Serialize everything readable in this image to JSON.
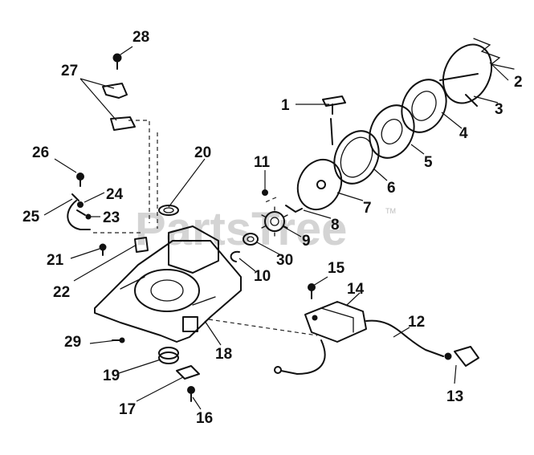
{
  "watermark": {
    "text": "PartsTree",
    "trademark": "TM"
  },
  "callouts": [
    {
      "id": "1",
      "text": "1"
    },
    {
      "id": "2",
      "text": "2"
    },
    {
      "id": "3",
      "text": "3"
    },
    {
      "id": "4",
      "text": "4"
    },
    {
      "id": "5",
      "text": "5"
    },
    {
      "id": "6",
      "text": "6"
    },
    {
      "id": "7",
      "text": "7"
    },
    {
      "id": "8",
      "text": "8"
    },
    {
      "id": "9",
      "text": "9"
    },
    {
      "id": "10",
      "text": "10"
    },
    {
      "id": "11",
      "text": "11"
    },
    {
      "id": "12",
      "text": "12"
    },
    {
      "id": "13",
      "text": "13"
    },
    {
      "id": "14",
      "text": "14"
    },
    {
      "id": "15",
      "text": "15"
    },
    {
      "id": "16",
      "text": "16"
    },
    {
      "id": "17",
      "text": "17"
    },
    {
      "id": "18",
      "text": "18"
    },
    {
      "id": "19",
      "text": "19"
    },
    {
      "id": "20",
      "text": "20"
    },
    {
      "id": "21",
      "text": "21"
    },
    {
      "id": "22",
      "text": "22"
    },
    {
      "id": "23",
      "text": "23"
    },
    {
      "id": "24",
      "text": "24"
    },
    {
      "id": "25",
      "text": "25"
    },
    {
      "id": "26",
      "text": "26"
    },
    {
      "id": "27",
      "text": "27"
    },
    {
      "id": "28",
      "text": "28"
    },
    {
      "id": "29",
      "text": "29"
    },
    {
      "id": "30",
      "text": "30"
    }
  ]
}
